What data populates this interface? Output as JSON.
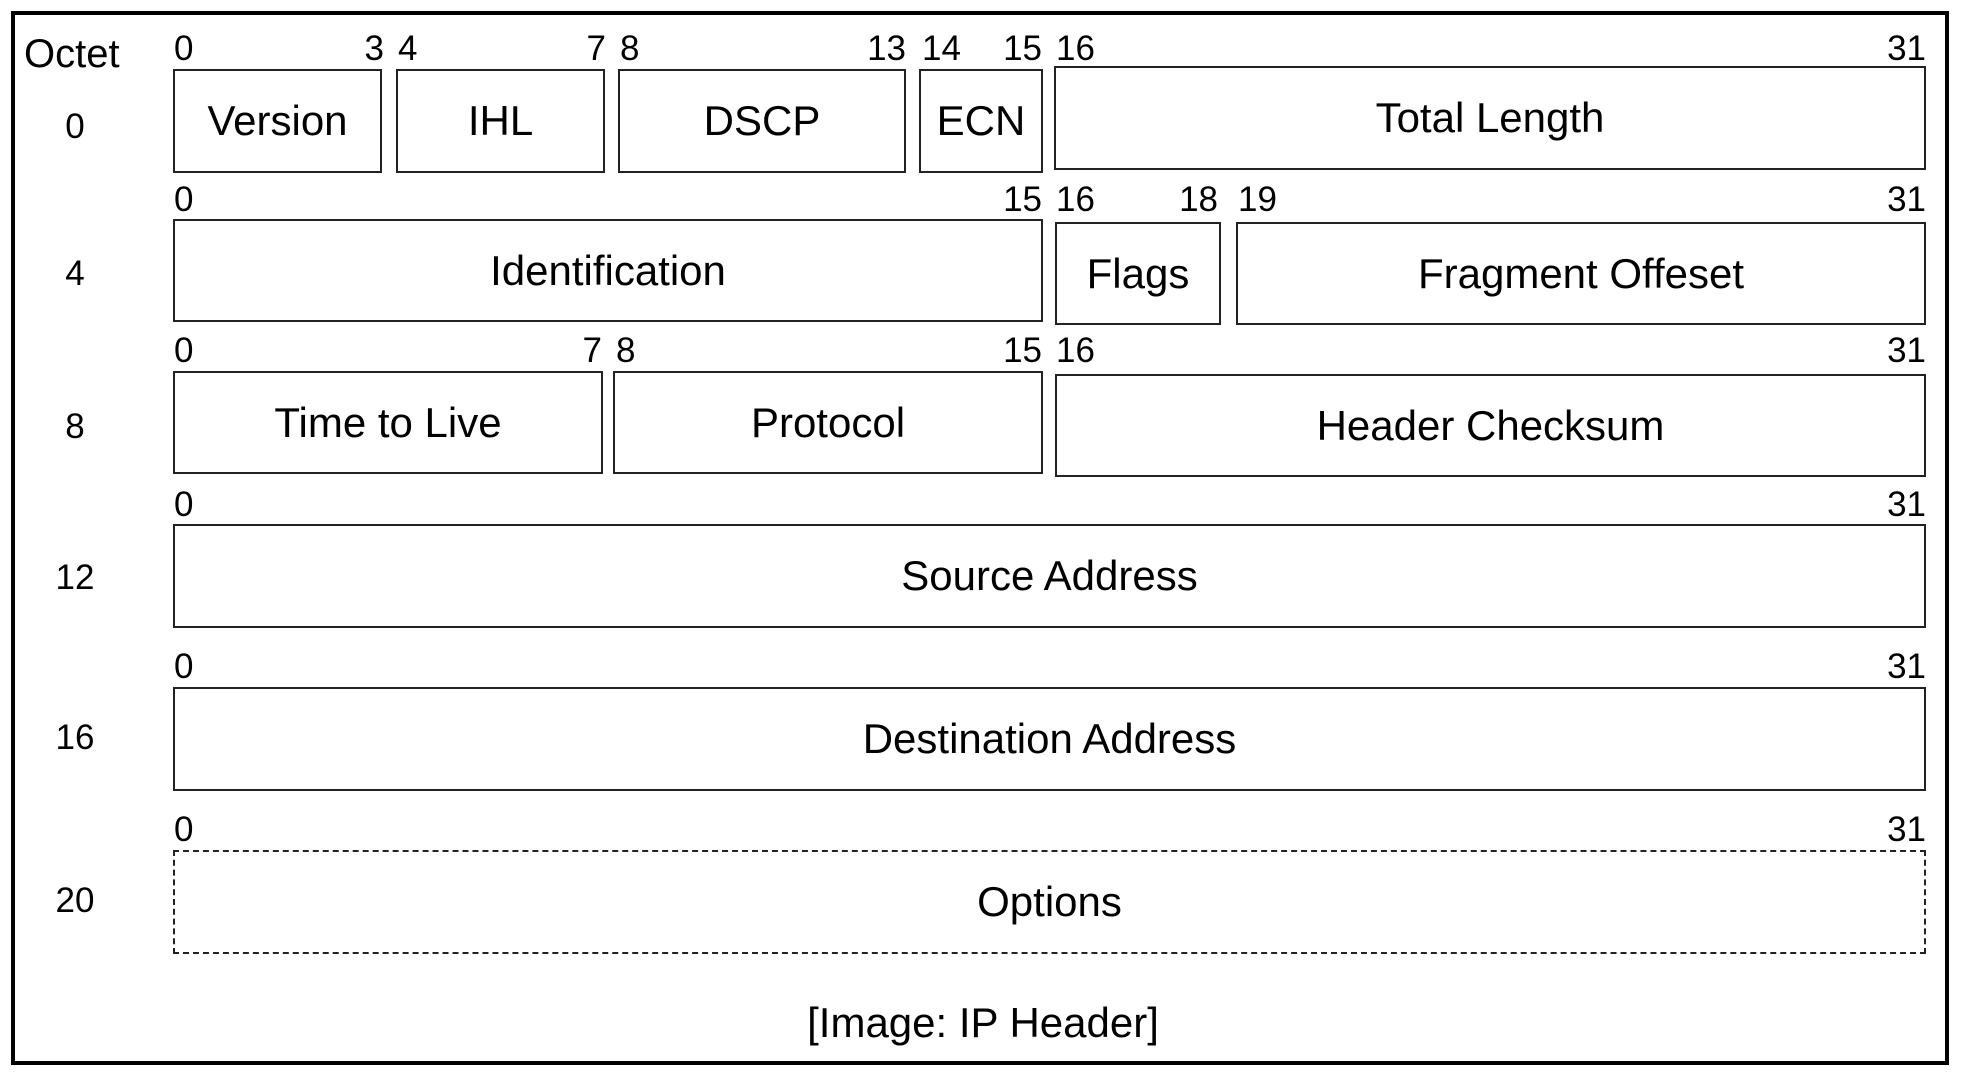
{
  "octet_label": "Octet",
  "rows": [
    {
      "octet": "0",
      "fields": [
        {
          "name": "Version",
          "start": "0",
          "end": "3"
        },
        {
          "name": "IHL",
          "start": "4",
          "end": "7"
        },
        {
          "name": "DSCP",
          "start": "8",
          "end": "13"
        },
        {
          "name": "ECN",
          "start": "14",
          "end": "15"
        },
        {
          "name": "Total Length",
          "start": "16",
          "end": "31"
        }
      ]
    },
    {
      "octet": "4",
      "fields": [
        {
          "name": "Identification",
          "start": "0",
          "end": "15"
        },
        {
          "name": "Flags",
          "start": "16",
          "end": "18"
        },
        {
          "name": "Fragment Offeset",
          "start": "19",
          "end": "31"
        }
      ]
    },
    {
      "octet": "8",
      "fields": [
        {
          "name": "Time to Live",
          "start": "0",
          "end": "7"
        },
        {
          "name": "Protocol",
          "start": "8",
          "end": "15"
        },
        {
          "name": "Header Checksum",
          "start": "16",
          "end": "31"
        }
      ]
    },
    {
      "octet": "12",
      "fields": [
        {
          "name": "Source Address",
          "start": "0",
          "end": "31"
        }
      ]
    },
    {
      "octet": "16",
      "fields": [
        {
          "name": "Destination Address",
          "start": "0",
          "end": "31"
        }
      ]
    },
    {
      "octet": "20",
      "fields": [
        {
          "name": "Options",
          "start": "0",
          "end": "31",
          "dashed": true
        }
      ]
    }
  ],
  "caption": "[Image: IP Header]"
}
